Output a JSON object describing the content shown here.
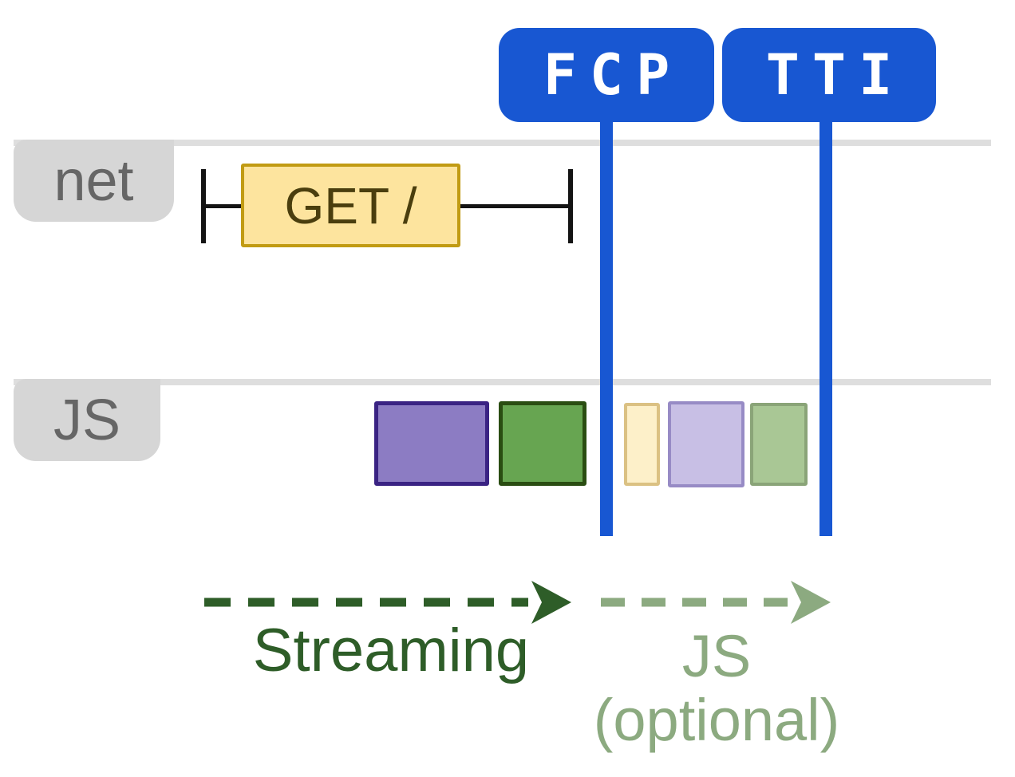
{
  "diagram_title": "streaming-ssr-fcp-tti-timeline",
  "markers": [
    {
      "id": "fcp",
      "label": "FCP",
      "color": "#1857d2",
      "text_color": "#ffffff"
    },
    {
      "id": "tti",
      "label": "TTI",
      "color": "#1857d2",
      "text_color": "#ffffff"
    }
  ],
  "lanes": [
    {
      "id": "net",
      "label": "net"
    },
    {
      "id": "js",
      "label": "JS"
    }
  ],
  "lane_style": {
    "line_color": "#dedede",
    "label_bg": "#d6d6d6",
    "label_text_color": "#666666"
  },
  "network_request": {
    "label": "GET /",
    "fill": "#fde49e",
    "border": "#c19b13",
    "text_color": "#4a3e0e",
    "whisker_color": "#141414"
  },
  "js_tasks": [
    {
      "name": "js-task-purple",
      "phase": "before-fcp",
      "fill": "#8c7cc3",
      "border": "#3a2383"
    },
    {
      "name": "js-task-green",
      "phase": "before-fcp",
      "fill": "#67a551",
      "border": "#2a4d12"
    },
    {
      "name": "js-task-faded-yellow",
      "phase": "after-fcp",
      "fill": "#fdf0c9",
      "border": "#dbc183"
    },
    {
      "name": "js-task-faded-lavender",
      "phase": "after-fcp",
      "fill": "#c8bfe5",
      "border": "#978bc5"
    },
    {
      "name": "js-task-faded-green",
      "phase": "after-fcp",
      "fill": "#a9c795",
      "border": "#8aa478"
    }
  ],
  "phases": [
    {
      "id": "streaming",
      "label": "Streaming",
      "sublabel": "",
      "color": "#2e5d28"
    },
    {
      "id": "js-optional",
      "label": "JS",
      "sublabel": "(optional)",
      "color": "#8caa80"
    }
  ]
}
